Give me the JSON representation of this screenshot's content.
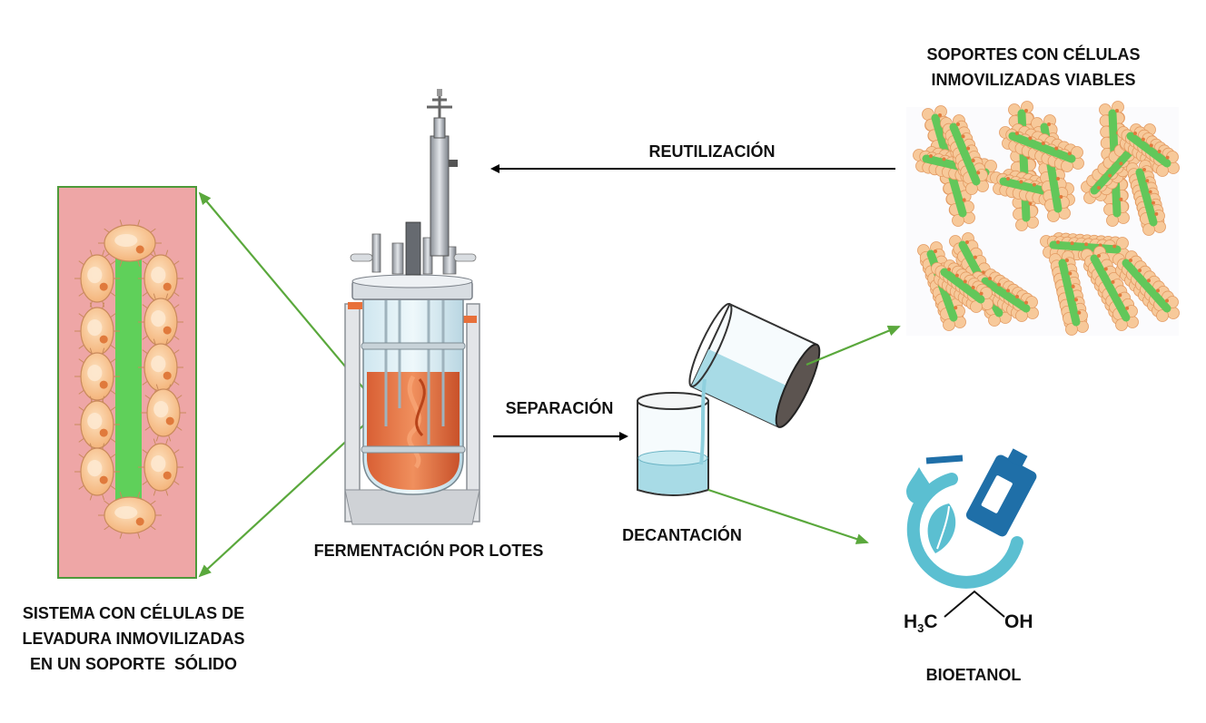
{
  "labels": {
    "supports_title": [
      "SOPORTES CON CÉLULAS",
      "INMOVILIZADAS VIABLES"
    ],
    "reuse": "REUTILIZACIÓN",
    "separation": "SEPARACIÓN",
    "batch": "FERMENTACIÓN POR LOTES",
    "decant": "DECANTACIÓN",
    "immobilized_system": [
      "SISTEMA CON CÉLULAS DE",
      "LEVADURA INMOVILIZADAS",
      "EN UN SOPORTE  SÓLIDO"
    ],
    "product": "BIOETANOL",
    "formula_left_main": "H",
    "formula_left_sub": "3",
    "formula_left_tail": "C",
    "formula_right": "OH"
  },
  "colors": {
    "support_green": "#62c75a",
    "yeast_fill": "#f7c99a",
    "yeast_nucleus": "#e07a3c",
    "panel_pink": "#eea6a6",
    "panel_border": "#4d9a3a",
    "arrow_green": "#5aa83c",
    "broth_orange": "#e8703a",
    "water_blue": "#a8dbe6",
    "fuel_blue": "#1f6fa8",
    "drop_blue": "#5bbfd1"
  },
  "icons": [
    "bioreactor-icon",
    "beaker-icon",
    "pouring-beaker-icon",
    "fuel-nozzle-icon",
    "water-drop-icon",
    "leaf-icon"
  ]
}
